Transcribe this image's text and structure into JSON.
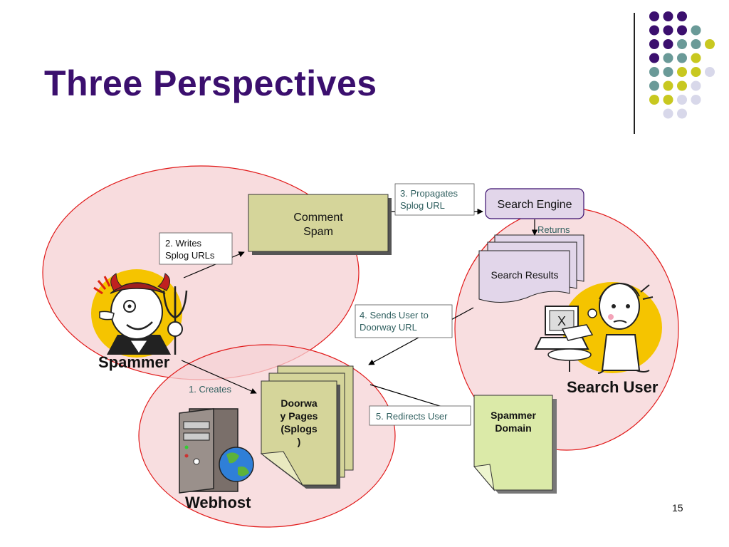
{
  "title": "Three Perspectives",
  "page_number": "15",
  "colors": {
    "title": "#3b0f6e",
    "dot_purple": "#3b0f6e",
    "dot_teal": "#6a9a98",
    "dot_yellow": "#c8c820",
    "dot_lavender": "#d8d8ea",
    "ellipse_fill": "#f6d3d6",
    "ellipse_stroke": "#e11a1a",
    "comment_box": "#d5d59a",
    "search_results": "#e2d6ea",
    "doorway": "#d5d59a",
    "spammer_domain": "#dbeaa8"
  },
  "dot_rows": [
    [
      "purple",
      "purple",
      "purple"
    ],
    [
      "purple",
      "purple",
      "purple",
      "teal"
    ],
    [
      "purple",
      "purple",
      "teal",
      "teal",
      "yellow"
    ],
    [
      "purple",
      "teal",
      "teal",
      "yellow"
    ],
    [
      "teal",
      "teal",
      "yellow",
      "yellow",
      "lavender"
    ],
    [
      "teal",
      "yellow",
      "yellow",
      "lavender"
    ],
    [
      "yellow",
      "yellow",
      "lavender",
      "lavender"
    ],
    [
      "lavender",
      "lavender"
    ]
  ],
  "nodes": {
    "comment_spam": "Comment Spam",
    "search_engine": "Search Engine",
    "search_results": "Search Results",
    "doorway_pages": [
      "Doorwa",
      "y Pages",
      "(Splogs",
      ")"
    ],
    "spammer_domain": [
      "Spammer",
      "Domain"
    ]
  },
  "actors": {
    "spammer": "Spammer",
    "search_user": "Search User",
    "webhost": "Webhost"
  },
  "edges": {
    "writes": [
      "2. Writes",
      "Splog URLs"
    ],
    "propagates": [
      "3. Propagates",
      "Splog URL"
    ],
    "returns": "Returns",
    "sends_user": [
      "4. Sends User to",
      "Doorway URL"
    ],
    "creates": "1. Creates",
    "redirects": "5. Redirects User"
  },
  "icons": {
    "spammer": "devil-spammer-icon",
    "search_user": "frustrated-user-icon",
    "webhost": "server-globe-icon"
  }
}
